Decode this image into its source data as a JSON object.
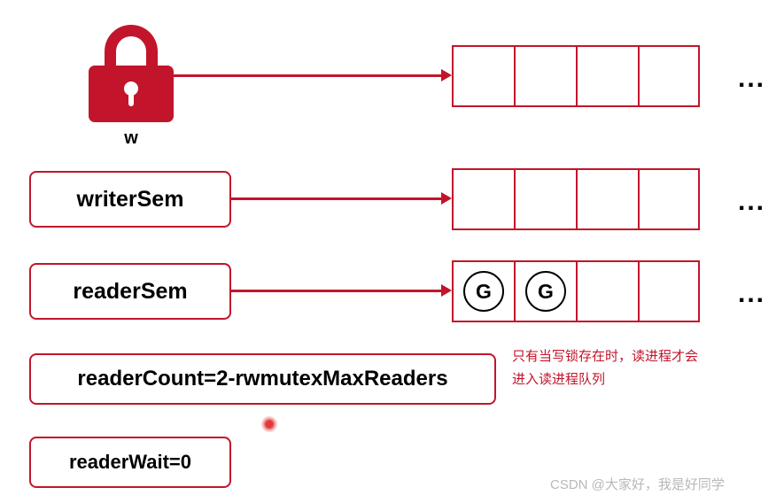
{
  "diagram": {
    "lock": {
      "icon": "padlock-icon",
      "label": "w",
      "color": "#c2152b"
    },
    "boxes": [
      {
        "name": "writerSem",
        "label": "writerSem"
      },
      {
        "name": "readerSem",
        "label": "readerSem"
      },
      {
        "name": "readerCount",
        "label": "readerCount=2-rwmutexMaxReaders"
      },
      {
        "name": "readerWait",
        "label": "readerWait=0"
      }
    ],
    "queues": [
      {
        "name": "lock-wait-queue",
        "cells": [
          "",
          "",
          "",
          ""
        ],
        "ellipsis": "..."
      },
      {
        "name": "writer-sem-queue",
        "cells": [
          "",
          "",
          "",
          ""
        ],
        "ellipsis": "..."
      },
      {
        "name": "reader-sem-queue",
        "cells": [
          "G",
          "G",
          "",
          ""
        ],
        "ellipsis": "..."
      }
    ],
    "annotation": {
      "line1": "只有当写锁存在时，读进程才会",
      "line2": "进入读进程队列",
      "color": "#c2152b"
    },
    "watermark": "CSDN @大家好，我是好同学"
  }
}
